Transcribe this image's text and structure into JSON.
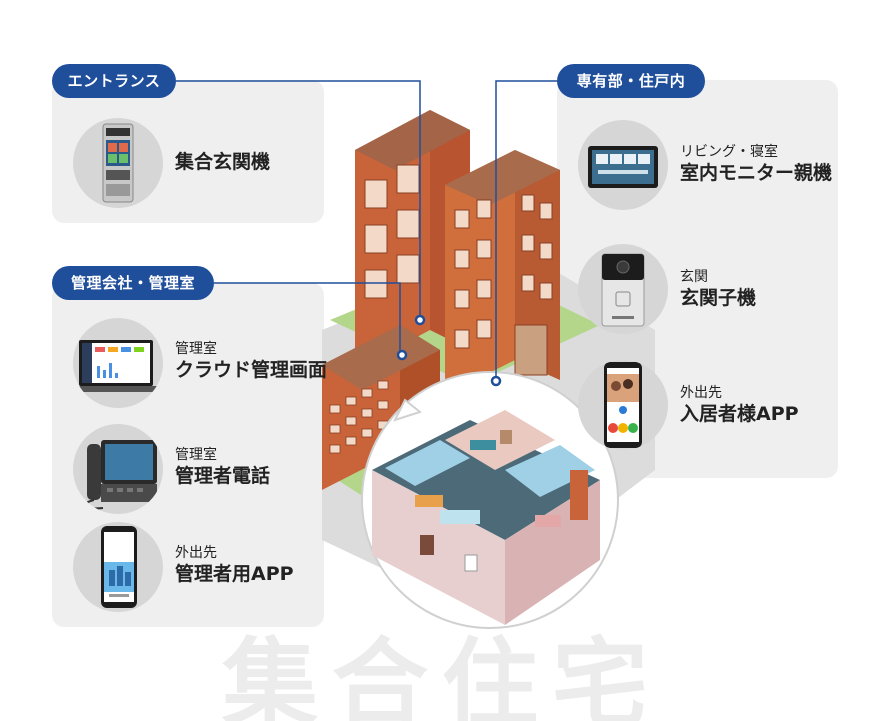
{
  "watermark": "集合住宅",
  "sections": {
    "entrance": {
      "title": "エントランス",
      "devices": [
        {
          "main": "集合玄関機",
          "icon": "door-station-panel-icon"
        }
      ]
    },
    "management": {
      "title": "管理会社・管理室",
      "devices": [
        {
          "sub": "管理室",
          "main": "クラウド管理画面",
          "icon": "laptop-dashboard-icon"
        },
        {
          "sub": "管理室",
          "main": "管理者電話",
          "icon": "desk-video-phone-icon"
        },
        {
          "sub": "外出先",
          "main": "管理者用APP",
          "icon": "smartphone-app-icon"
        }
      ]
    },
    "unit": {
      "title": "専有部・住戸内",
      "devices": [
        {
          "sub": "リビング・寝室",
          "main": "室内モニター親機",
          "icon": "indoor-monitor-icon"
        },
        {
          "sub": "玄関",
          "main": "玄関子機",
          "icon": "door-camera-icon"
        },
        {
          "sub": "外出先",
          "main": "入居者様APP",
          "icon": "resident-app-phone-icon"
        }
      ]
    }
  },
  "colors": {
    "accent": "#1f4e9b",
    "panel": "#efefef",
    "device_circle": "#d6d6d6",
    "brick": "#d06e3c",
    "roof": "#a86b4c",
    "grass": "#a8cf7c",
    "road": "#d9d9d9"
  }
}
